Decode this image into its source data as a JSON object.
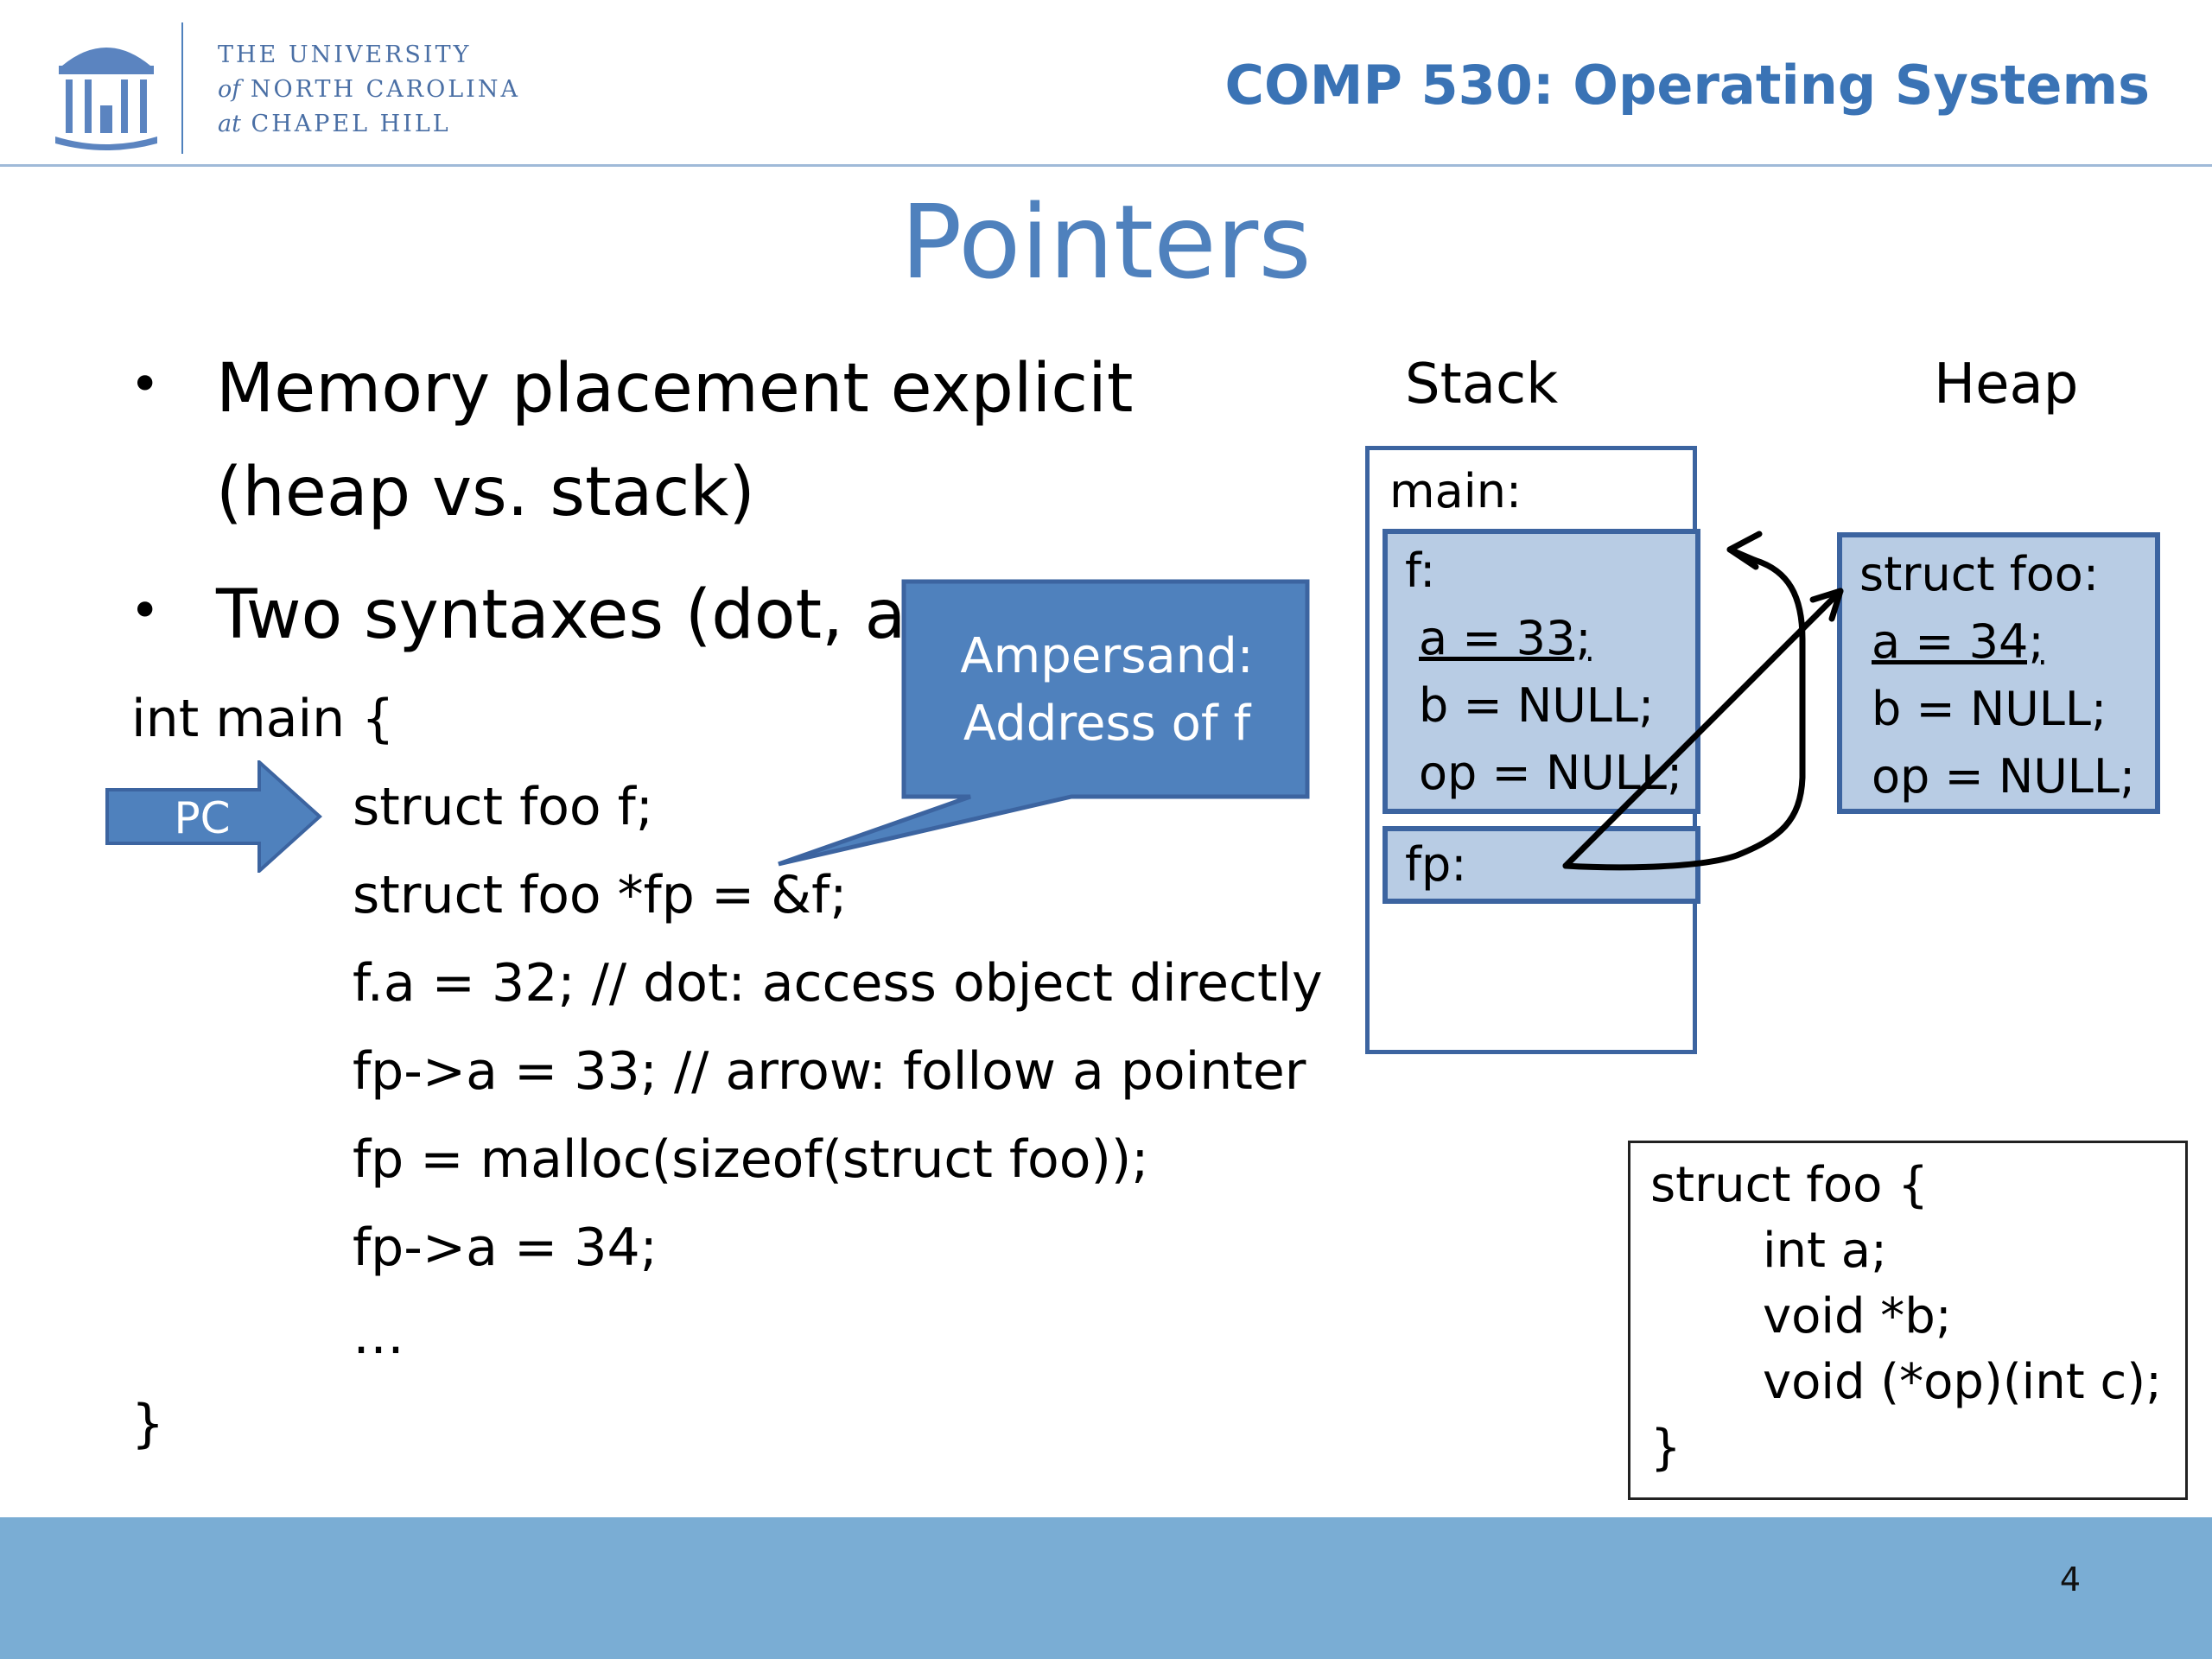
{
  "header": {
    "university_line1": "THE UNIVERSITY",
    "university_line2_prefix": "of",
    "university_line2": "NORTH CAROLINA",
    "university_line3_prefix": "at",
    "university_line3": "CHAPEL HILL",
    "course_title": "COMP 530: Operating Systems"
  },
  "slide": {
    "title": "Pointers",
    "bullets": [
      {
        "line1": "Memory placement explicit",
        "line2": "(heap vs. stack)"
      },
      {
        "line1": "Two syntaxes (dot, a"
      }
    ],
    "code_lines": [
      "int main {",
      "struct foo f;",
      "struct foo *fp = &f;",
      "f.a = 32; // dot: access object directly",
      "fp->a = 33; // arrow: follow a pointer",
      "fp = malloc(sizeof(struct foo));",
      "fp->a = 34;",
      "…",
      "}"
    ],
    "pc_label": "PC",
    "callout": {
      "line1": "Ampersand:",
      "line2": "Address of f"
    }
  },
  "diagram": {
    "stack_label": "Stack",
    "heap_label": "Heap",
    "main_label": "main:",
    "f_box": {
      "label": "f:",
      "a": "a = 33;",
      "b": "b = NULL;",
      "op": "op = NULL;"
    },
    "fp_label": "fp:",
    "heap_box": {
      "label": "struct foo:",
      "a": "a = 34;",
      "b": "b = NULL;",
      "op": "op = NULL;"
    },
    "struct_def": {
      "line1": "struct foo {",
      "line2": "int a;",
      "line3": "void *b;",
      "line4": "void (*op)(int c);",
      "line5": "}"
    }
  },
  "footer": {
    "page_number": "4"
  },
  "colors": {
    "accent": "#4f81bd",
    "box_fill": "#b8cce4",
    "box_border": "#3c64a0",
    "footer": "#7aadd4"
  }
}
